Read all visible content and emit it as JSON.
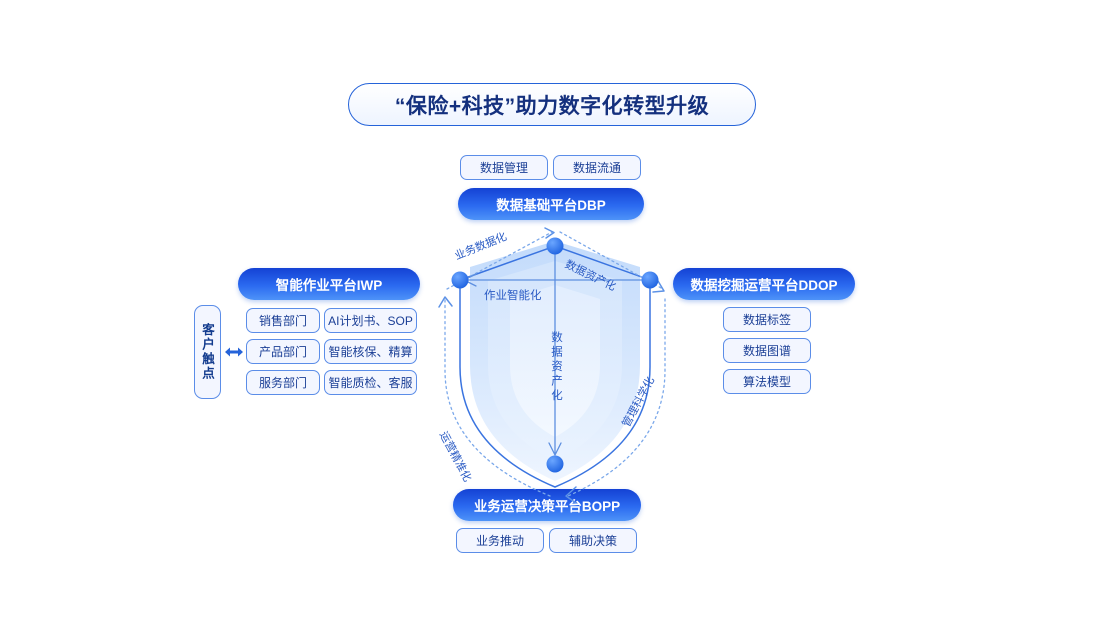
{
  "title": "“保险+科技”助力数字化转型升级",
  "top": {
    "platform": "数据基础平台DBP",
    "items": [
      "数据管理",
      "数据流通"
    ]
  },
  "left": {
    "platform": "智能作业平台IWP",
    "touchpoint": "客户触点",
    "arrow_icon": "double-arrow-icon",
    "rows": [
      {
        "dept": "销售部门",
        "capability": "AI计划书、SOP"
      },
      {
        "dept": "产品部门",
        "capability": "智能核保、精算"
      },
      {
        "dept": "服务部门",
        "capability": "智能质检、客服"
      }
    ]
  },
  "right": {
    "platform": "数据挖掘运营平台DDOP",
    "items": [
      "数据标签",
      "数据图谱",
      "算法模型"
    ]
  },
  "bottom": {
    "platform": "业务运营决策平台BOPP",
    "items": [
      "业务推动",
      "辅助决策"
    ]
  },
  "core": {
    "center_label": "数据资产化",
    "inner_label": "作业智能化",
    "arcs": [
      {
        "id": "top-left",
        "label": "业务数据化"
      },
      {
        "id": "top-right",
        "label": "数据资产化"
      },
      {
        "id": "bottom-right",
        "label": "管理科学化"
      },
      {
        "id": "bottom-left",
        "label": "运营精准化"
      }
    ],
    "nodes": [
      "node-top",
      "node-left",
      "node-right",
      "node-bottom"
    ]
  },
  "colors": {
    "brand_deep": "#1442d4",
    "brand_mid": "#2b6af0",
    "brand_light": "#4e93f8",
    "title_text": "#14307e",
    "box_border": "#5b8de8",
    "box_fill": "#f3f6ff",
    "label_text": "#2a5bc4",
    "page_bg": "#ffffff"
  }
}
